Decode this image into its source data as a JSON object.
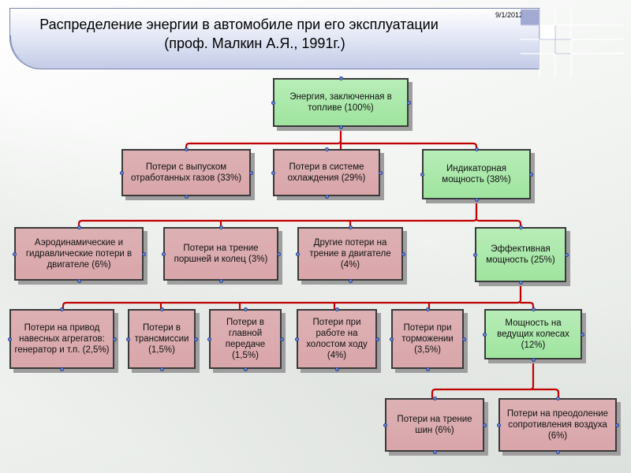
{
  "slide": {
    "title_line1": "Распределение энергии в автомобиле при его эксплуатации",
    "title_line2": "(проф. Малкин А.Я., 1991г.)",
    "date": "9/1/2012"
  },
  "colors": {
    "loss": "#d9a6aa",
    "useful": "#a3e6a3",
    "connector": "#c00000"
  },
  "nodes": {
    "fuel_energy": "Энергия, заключенная в топливе (100%)",
    "exhaust_loss": "Потери с выпуском отработанных газов (33%)",
    "cooling_loss": "Потери в системе охлаждения (29%)",
    "indicated_power": "Индикаторная мощность (38%)",
    "aero_hydraulic_loss": "Аэродинамические и гидравлические потери в двигателе (6%)",
    "piston_ring_loss": "Потери на трение поршней и колец (3%)",
    "other_friction_loss": "Другие потери на трение в двигателе (4%)",
    "effective_power": "Эффективная мощность (25%)",
    "accessory_drive_loss": "Потери на привод навесных агрегатов: генератор и т.п. (2,5%)",
    "transmission_loss": "Потери в трансмиссии (1,5%)",
    "main_gear_loss": "Потери в главной передаче (1,5%)",
    "idle_loss": "Потери при работе на холостом ходу (4%)",
    "braking_loss": "Потери при торможении (3,5%)",
    "drive_wheels_power": "Мощность на ведущих колесах (12%)",
    "tire_friction_loss": "Потери на трение шин (6%)",
    "air_resistance_loss": "Потери на преодоление сопротивления воздуха (6%)"
  }
}
